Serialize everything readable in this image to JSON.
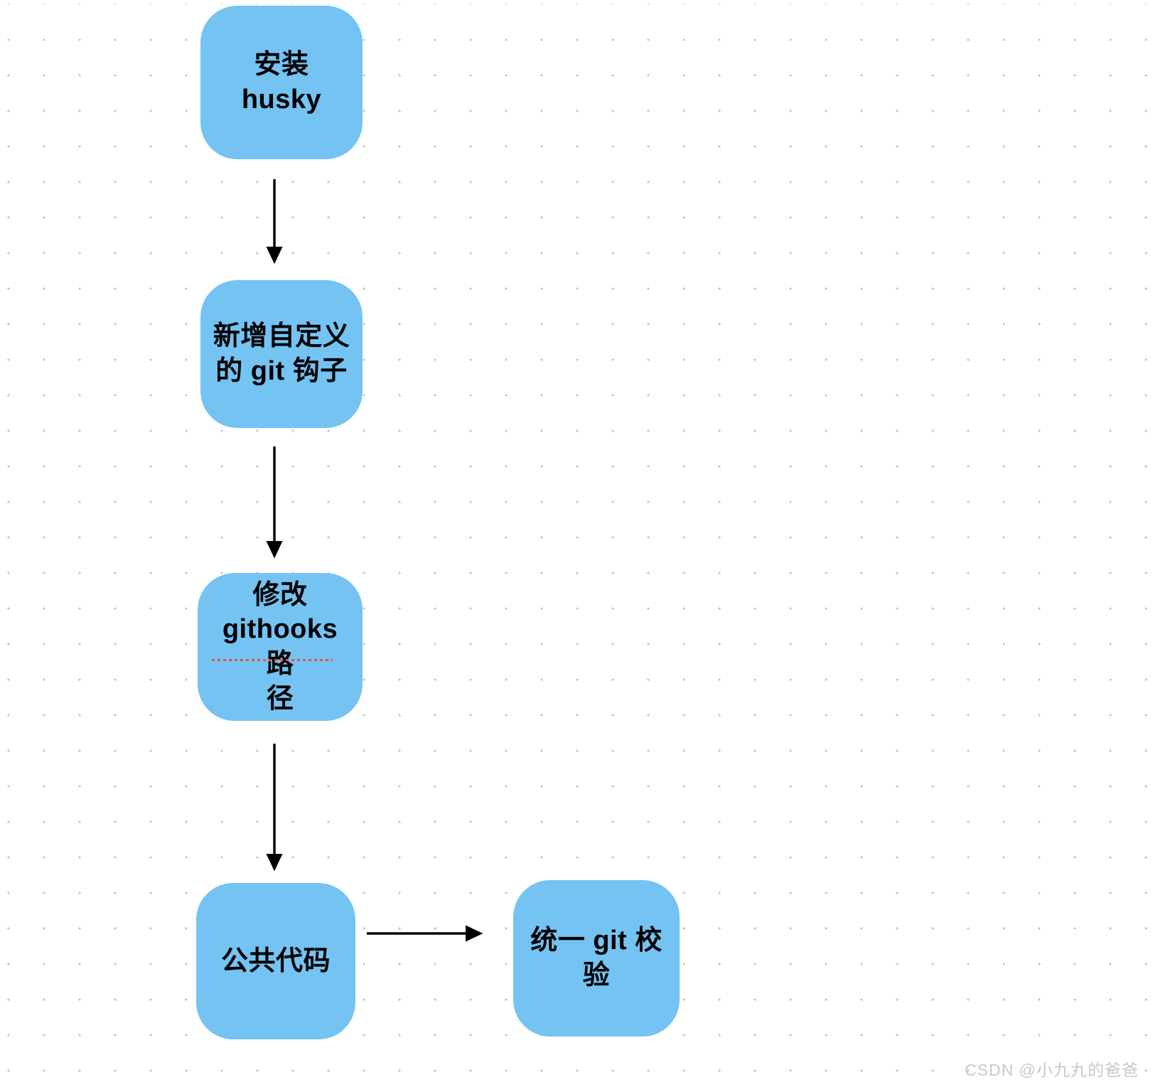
{
  "diagram": {
    "title": "husky git hooks flow",
    "background": "#ffffff",
    "node_fill": "#74c3f2",
    "edge_color": "#000000",
    "grid_dot_color": "#c6c6c6",
    "nodes": [
      {
        "id": "n1",
        "label": "安装 husky"
      },
      {
        "id": "n2",
        "label": "新增自定义\n的 git 钩子"
      },
      {
        "id": "n3",
        "label": "修改\ngithooks 路\n径"
      },
      {
        "id": "n4",
        "label": "公共代码"
      },
      {
        "id": "n5",
        "label": "统一 git 校\n验"
      }
    ],
    "edges": [
      {
        "id": "e1",
        "from": "n1",
        "to": "n2",
        "direction": "down"
      },
      {
        "id": "e2",
        "from": "n2",
        "to": "n3",
        "direction": "down"
      },
      {
        "id": "e3",
        "from": "n3",
        "to": "n4",
        "direction": "down"
      },
      {
        "id": "e4",
        "from": "n4",
        "to": "n5",
        "direction": "right"
      }
    ],
    "annotations": {
      "spellcheck_underline_color": "#e8503a",
      "spellcheck_target": "githooks 路"
    }
  },
  "watermark": {
    "text": "CSDN @小九九的爸爸",
    "color": "#c9c9cc"
  }
}
